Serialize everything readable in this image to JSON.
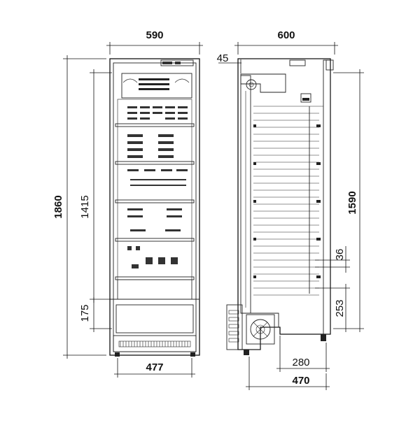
{
  "dimensions": {
    "front_width": "590",
    "side_depth": "600",
    "top_offset": "45",
    "total_height": "1860",
    "inner_height": "1415",
    "bottom_clearance": "175",
    "front_inner_width": "477",
    "side_inner_height": "1590",
    "shelf_pitch": "36",
    "lower_section": "253",
    "base_depth": "280",
    "side_base_depth": "470"
  }
}
